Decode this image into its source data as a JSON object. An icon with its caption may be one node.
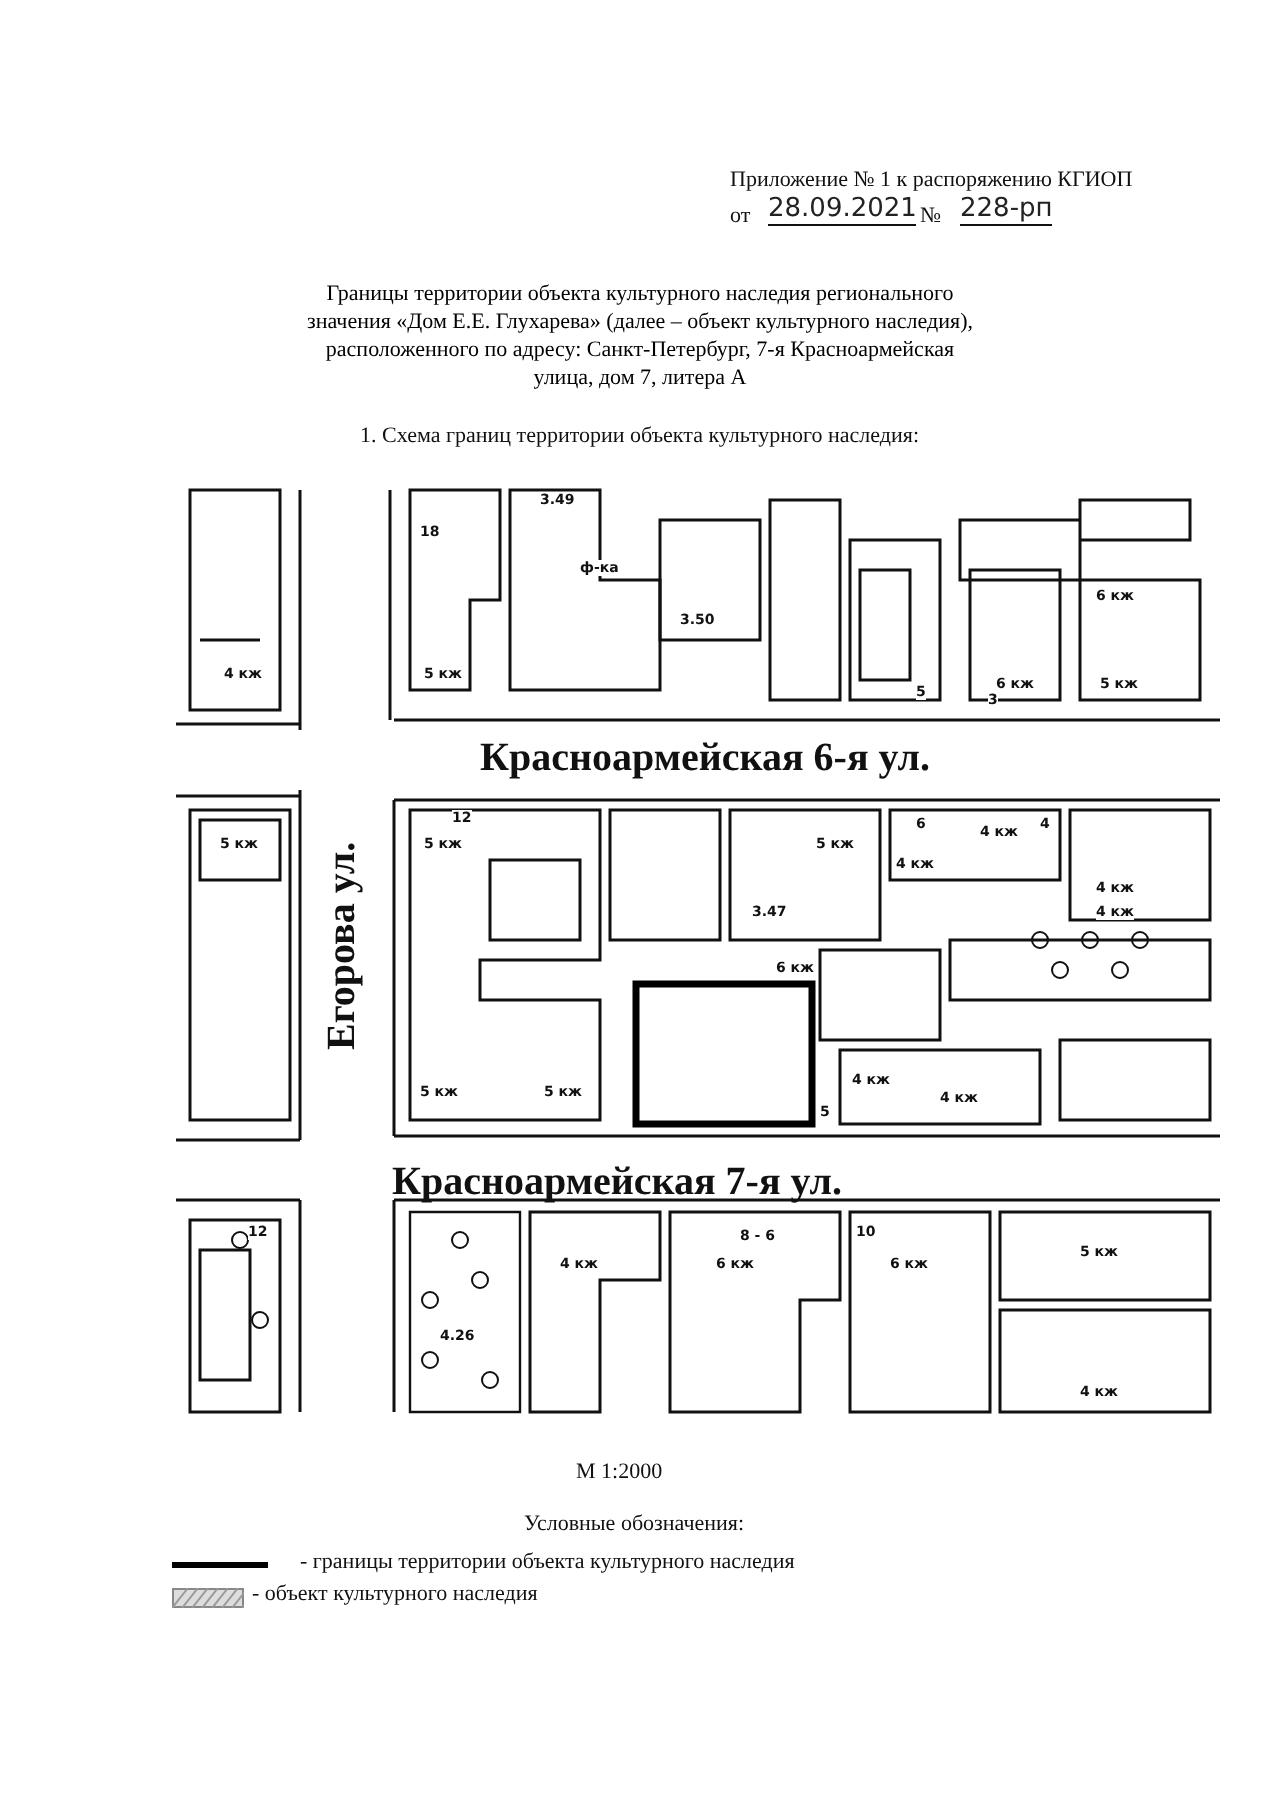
{
  "diagram": {
    "title": "Границы территории объекта культурного наследия регионального значения «Дом Е.Е. Глухарева» (далее – объект культурного наследия), расположенного по адресу: Санкт-Петербург, 7-я Красноармейская улица, дом 7, литера А",
    "labels": [
      "Приложение № 1 к распоряжению КГИОП",
      "от",
      "28.09.2021",
      "№",
      "228-рп",
      "1. Схема границ территории объекта культурного наследия:",
      "3.49",
      "18",
      "ф-ка",
      "3.50",
      "4 кж",
      "5 кж",
      "3",
      "5",
      "6 кж",
      "6 кж",
      "5 кж",
      "Красноармейская 6-я ул.",
      "Егорова ул.",
      "12",
      "5 кж",
      "5 кж",
      "6",
      "4",
      "5 кж",
      "4 кж",
      "4 кж",
      "3.47",
      "4 кж",
      "4 кж",
      "6 кж",
      "5 кж",
      "5 кж",
      "4 кж",
      "5",
      "4 кж",
      "Красноармейская 7-я ул.",
      "12",
      "8 - 6",
      "10",
      "4 кж",
      "6 кж",
      "6 кж",
      "5 кж",
      "4.26",
      "4 кж",
      "М 1:2000",
      "Условные обозначения:"
    ],
    "legend": [
      {
        "text": "- границы территории объекта культурного наследия"
      },
      {
        "text": "- объект культурного наследия"
      }
    ]
  }
}
